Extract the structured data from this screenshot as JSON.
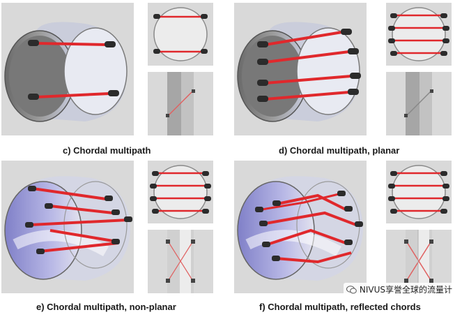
{
  "captions": {
    "c": "c)   Chordal multipath",
    "d": "d)   Chordal multipath, planar",
    "e": "e)   Chordal multipath, non-planar",
    "f": "f)   Chordal multipath, reflected chords"
  },
  "watermark": "NIVUS享誉全球的流量计",
  "colors": {
    "panel_bg": "#d9d9d9",
    "pipe_outer": "#8c8c8c",
    "pipe_inner": "#9aa0b8",
    "chord": "#e0282c",
    "sensor": "#2b2b2b"
  },
  "icons": {
    "watermark": "wechat-icon"
  }
}
